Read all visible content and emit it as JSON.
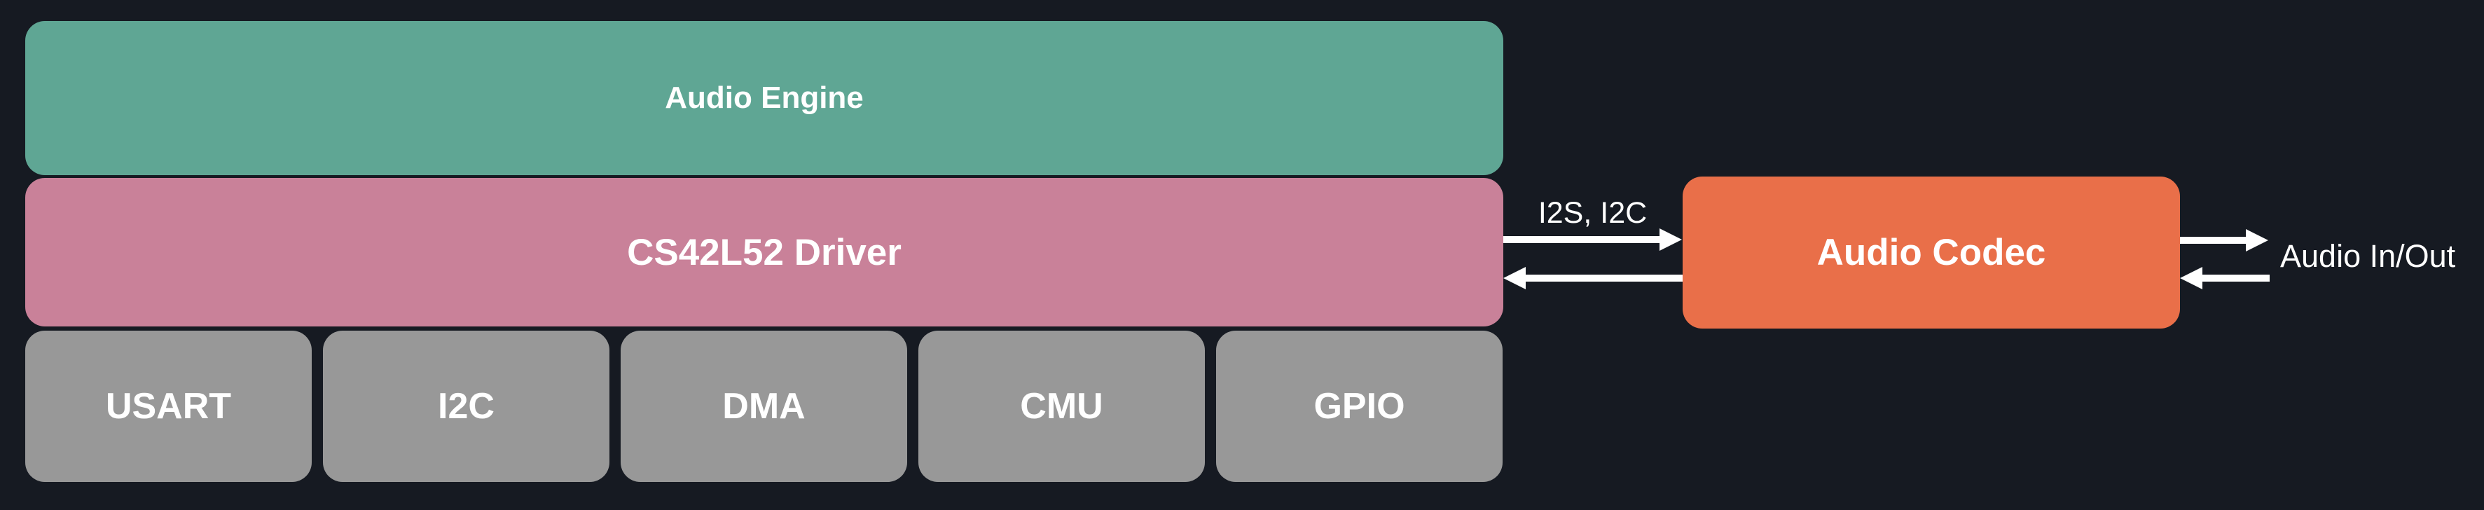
{
  "diagram": {
    "background_color": "#161A22",
    "text_color": "#FFFFFF",
    "arrow_color": "#FFFFFF",
    "nodes": {
      "audio_engine": {
        "label": "Audio Engine",
        "color": "#5FA694"
      },
      "cs42l52_driver": {
        "label": "CS42L52 Driver",
        "color": "#C98199"
      },
      "audio_codec": {
        "label": "Audio Codec",
        "color": "#E96F49"
      },
      "peripherals": {
        "color": "#989898",
        "items": [
          {
            "label": "USART"
          },
          {
            "label": "I2C"
          },
          {
            "label": "DMA"
          },
          {
            "label": "CMU"
          },
          {
            "label": "GPIO"
          }
        ]
      }
    },
    "edges": {
      "driver_codec_label": "I2S, I2C",
      "codec_io_label": "Audio In/Out"
    }
  }
}
